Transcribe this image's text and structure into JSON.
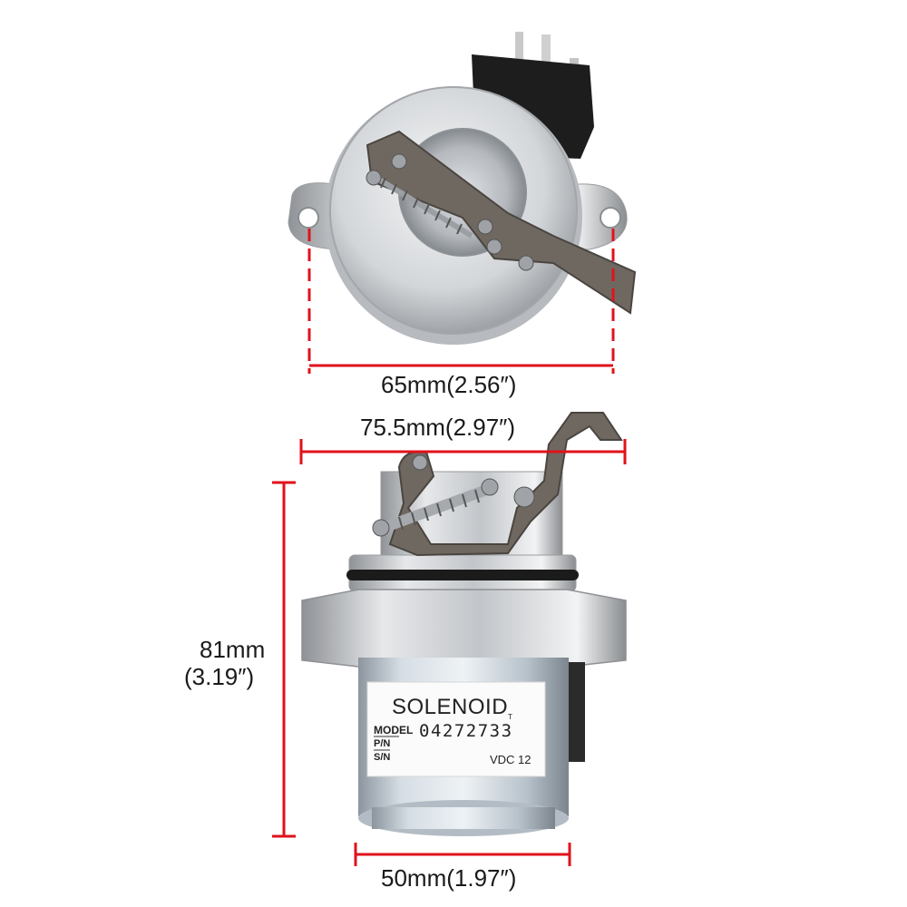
{
  "dimensions": {
    "top_width": "65mm(2.56″)",
    "overall_width": "75.5mm(2.97″)",
    "height_mm": "81mm",
    "height_in": "(3.19″)",
    "body_width": "50mm(1.97″)"
  },
  "product_label": {
    "title": "SOLENOID",
    "trademark": "T",
    "model_key": "MODEL",
    "model_value": "04272733",
    "pn_key": "P/N",
    "sn_key": "S/N",
    "voltage": "VDC 12"
  },
  "colors": {
    "dimension_line": "#e0121b",
    "metal": "#c9cbcf",
    "dark_metal": "#6e6760"
  }
}
